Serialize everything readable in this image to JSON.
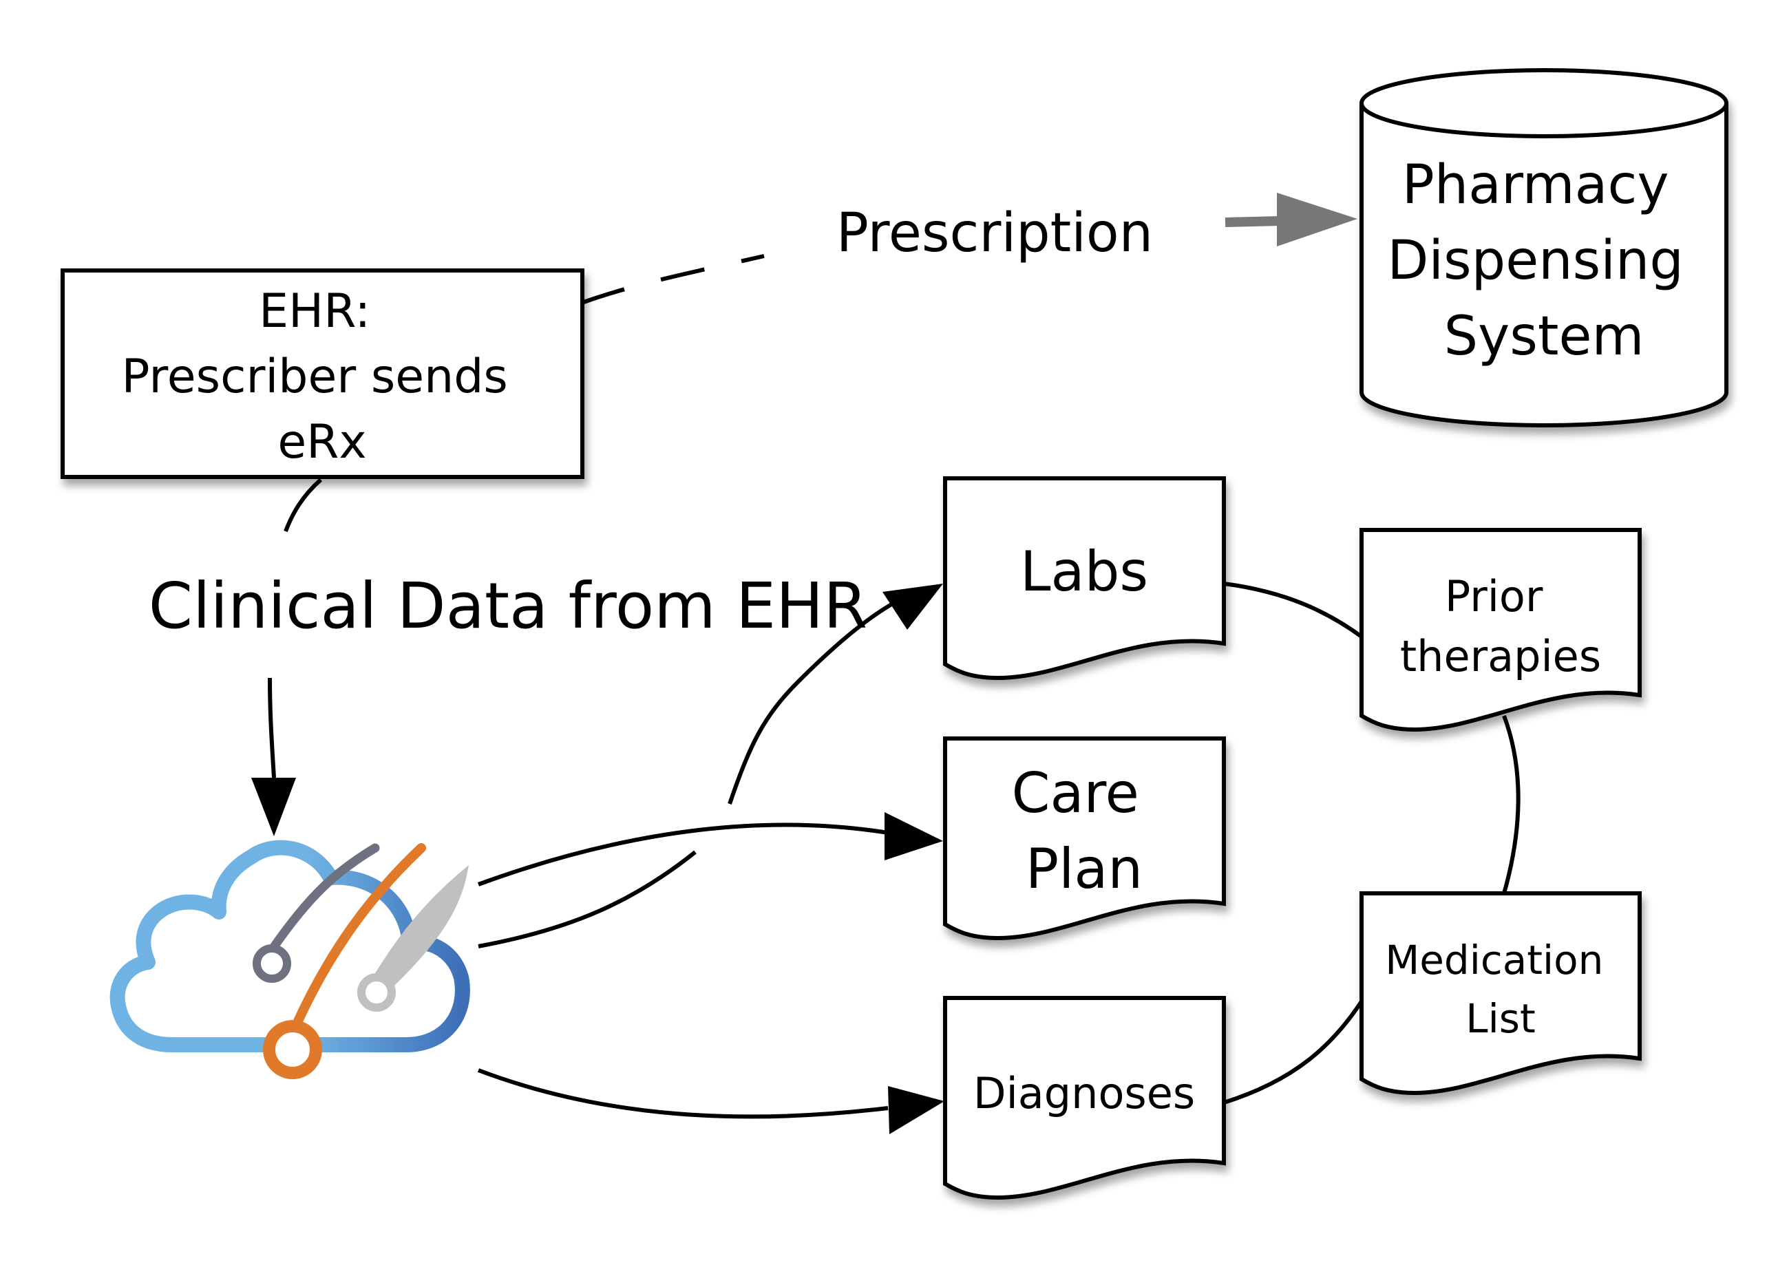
{
  "nodes": {
    "ehr": {
      "lines": [
        "EHR:",
        "Prescriber sends",
        "eRx"
      ]
    },
    "pharmacy": {
      "lines": [
        "Pharmacy",
        "Dispensing",
        "System"
      ]
    },
    "labs": {
      "lines": [
        "Labs"
      ]
    },
    "care_plan": {
      "lines": [
        "Care",
        "Plan"
      ]
    },
    "diagnoses": {
      "lines": [
        "Diagnoses"
      ]
    },
    "prior_therapies": {
      "lines": [
        "Prior",
        "therapies"
      ]
    },
    "medication_list": {
      "lines": [
        "Medication",
        "List"
      ]
    }
  },
  "edges": {
    "prescription_label": "Prescription",
    "clinical_data_label": "Clinical Data from EHR"
  },
  "logo": {
    "icon": "cloud-gauge-logo-icon",
    "colors": {
      "cloud_light": "#6fb3e4",
      "cloud_dark": "#3d6fb8",
      "needle_gray": "#6e7280",
      "needle_orange": "#e07a2a",
      "needle_light": "#c0c0c0"
    }
  },
  "colors": {
    "dashed_arrow": "#777777",
    "stroke": "#000000"
  }
}
